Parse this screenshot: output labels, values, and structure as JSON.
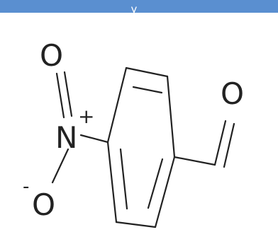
{
  "header": {
    "visible_fragment": "y",
    "background_color": "#5a8fd0"
  },
  "molecule": {
    "atoms": {
      "nitro_oxygen_top": "O",
      "nitrogen": "N",
      "nitrogen_charge": "+",
      "nitro_oxygen_bottom": "O",
      "nitro_oxygen_bottom_charge": "-",
      "aldehyde_oxygen": "O"
    }
  }
}
